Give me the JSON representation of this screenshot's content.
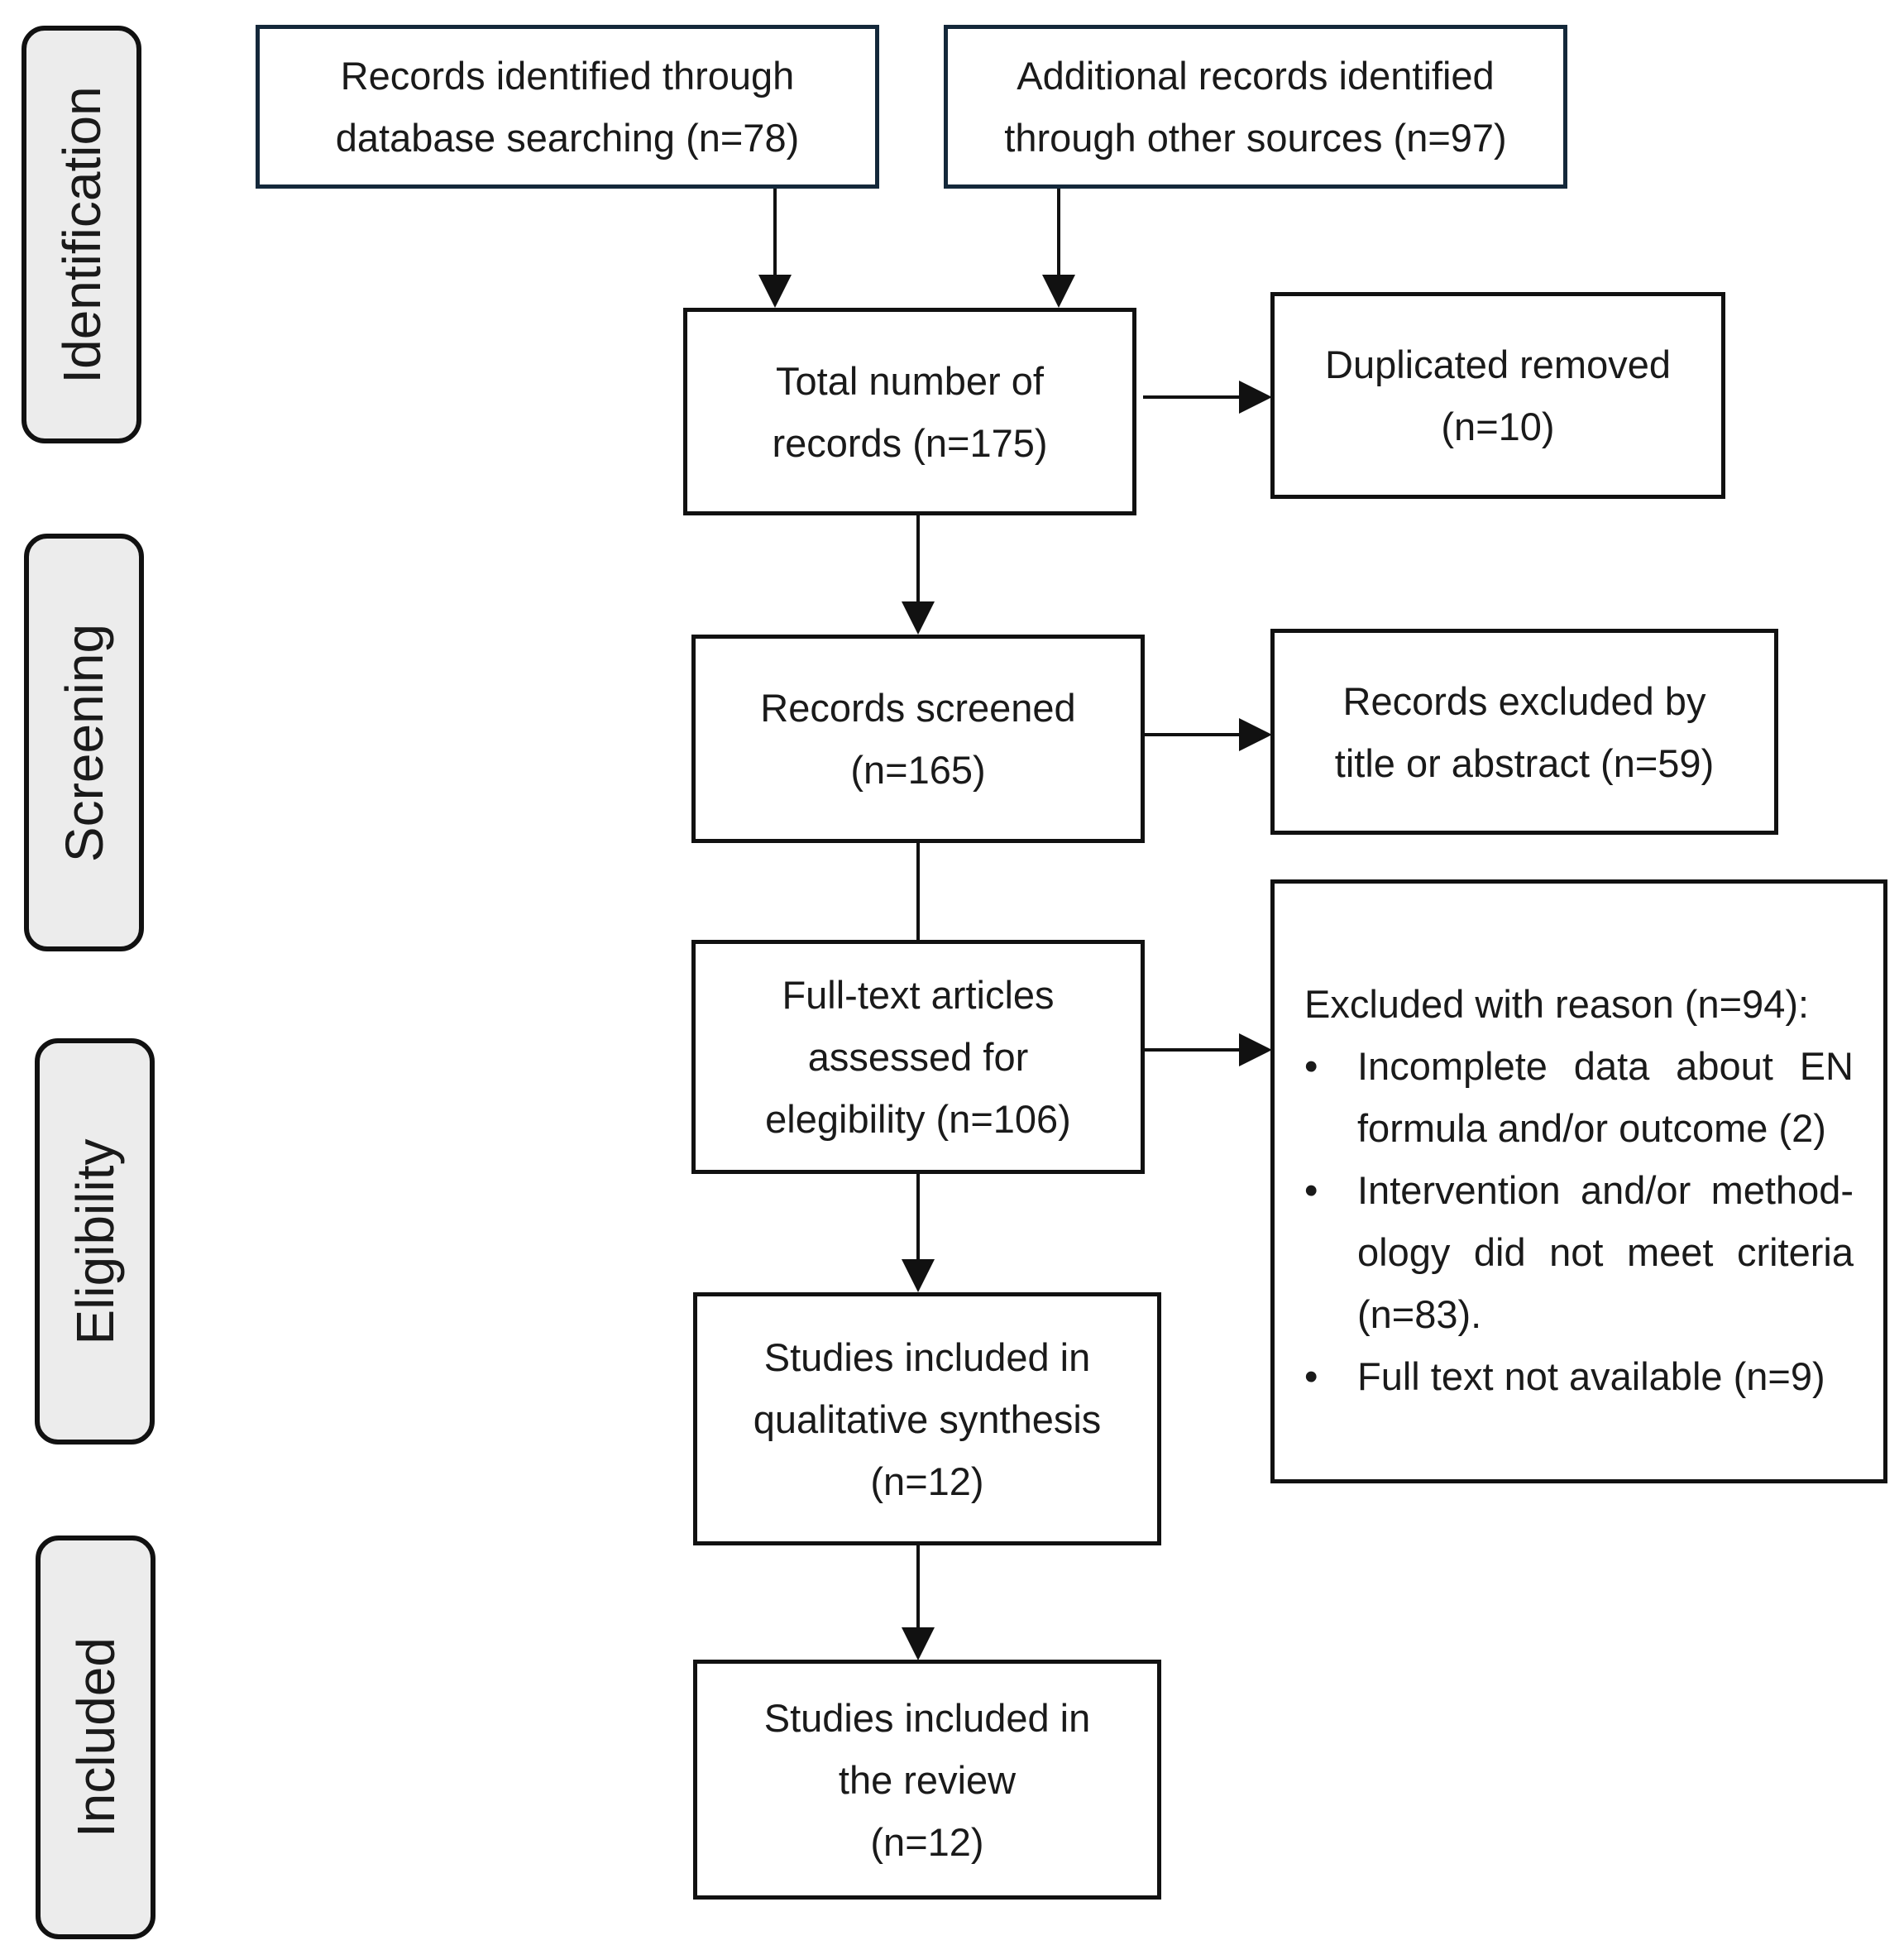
{
  "phases": {
    "identification": "Identification",
    "screening": "Screening",
    "eligibility": "Eligibility",
    "included": "Included"
  },
  "boxes": {
    "database_search": [
      "Records identified  through",
      "database searching (n=78)"
    ],
    "other_sources": [
      "Additional records identified",
      "through other sources (n=97)"
    ],
    "total_records": [
      "Total number of",
      "records (n=175)"
    ],
    "duplicates_removed": [
      "Duplicated removed",
      "(n=10)"
    ],
    "records_screened": [
      "Records screened",
      "(n=165)"
    ],
    "records_excluded": [
      "Records excluded by",
      "title or abstract (n=59)"
    ],
    "full_text_assessed": [
      "Full-text articles",
      "assessed for",
      "elegibility (n=106)"
    ],
    "qualitative_synthesis": [
      "Studies included in",
      "qualitative synthesis",
      "(n=12)"
    ],
    "included_review": [
      "Studies included in",
      "the review",
      "(n=12)"
    ]
  },
  "exclusions": {
    "heading": "Excluded with reason (n=94):",
    "items": [
      [
        "Incomplete data about EN",
        "formula and/or outcome (2)"
      ],
      [
        "Intervention and/or method-",
        "ology did not meet criteria",
        "(n=83)."
      ],
      [
        "Full text not available (n=9)"
      ]
    ]
  }
}
